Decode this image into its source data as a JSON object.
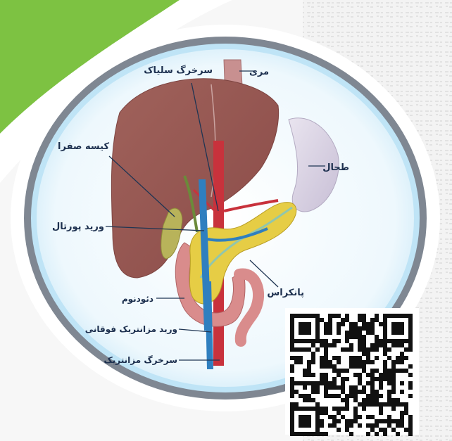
{
  "diagram": {
    "labels": {
      "esophagus": "مری",
      "celiac_artery": "سرخرگ سلیاک",
      "gallbladder": "کیسه صفرا",
      "spleen": "طحال",
      "portal_vein": "ورید پورتال",
      "pancreas": "پانکراس",
      "duodenum": "دئودنوم",
      "superior_mesenteric_vein": "ورید مزانتریک فوقانی",
      "superior_mesenteric_artery": "سرخرگ مزانتریک"
    },
    "colors": {
      "green_accent": "#7dc242",
      "oval_frame": "#808893",
      "oval_fill": "#dff1fb",
      "liver": "#9a5a55",
      "pancreas": "#e6cd45",
      "vein": "#2f7fbf",
      "artery": "#c8323c"
    },
    "qr_code": {
      "present": true
    }
  }
}
